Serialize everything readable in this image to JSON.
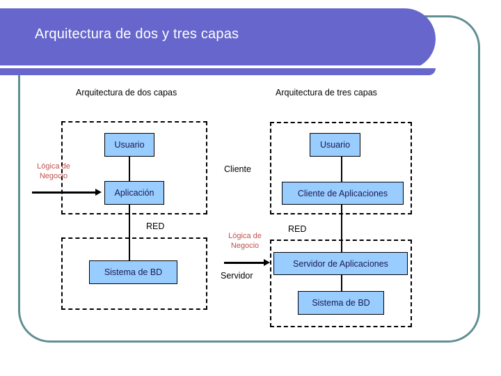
{
  "slide": {
    "title": "Arquitectura de dos y tres capas",
    "banner_color": "#6666CC",
    "frame_color": "#5F8F92",
    "node_fill": "#99CCFF",
    "logic_text_color": "#C0504D"
  },
  "two_tier": {
    "heading": "Arquitectura de dos capas",
    "logic_label_line1": "Lógica de",
    "logic_label_line2": "Negocio",
    "network_label": "RED",
    "nodes": [
      {
        "label": "Usuario"
      },
      {
        "label": "Aplicación"
      },
      {
        "label": "Sistema de BD"
      }
    ]
  },
  "three_tier": {
    "heading": "Arquitectura de tres capas",
    "client_label": "Cliente",
    "server_label": "Servidor",
    "logic_label_line1": "Lógica de",
    "logic_label_line2": "Negocio",
    "network_label": "RED",
    "nodes": [
      {
        "label": "Usuario"
      },
      {
        "label": "Cliente de Aplicaciones"
      },
      {
        "label": "Servidor de Aplicaciones"
      },
      {
        "label": "Sistema de BD"
      }
    ]
  }
}
